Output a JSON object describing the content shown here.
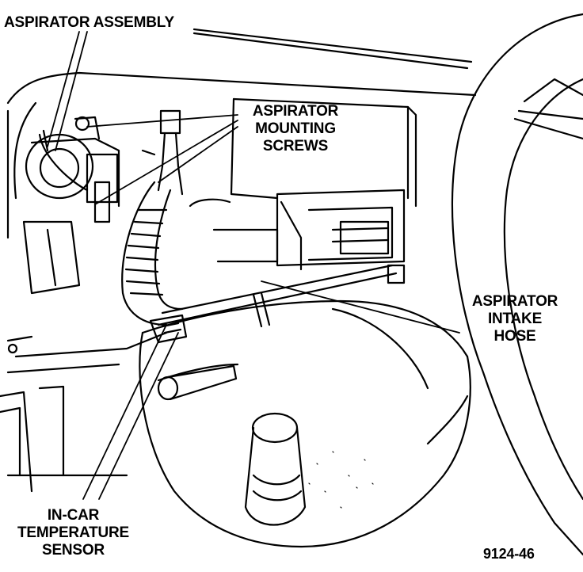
{
  "labels": {
    "aspirator_assembly": "ASPIRATOR ASSEMBLY",
    "mounting_screws": [
      "ASPIRATOR",
      "MOUNTING",
      "SCREWS"
    ],
    "intake_hose": [
      "ASPIRATOR",
      "INTAKE",
      "HOSE"
    ],
    "temperature_sensor": [
      "IN-CAR",
      "TEMPERATURE",
      "SENSOR"
    ],
    "figure_number": "9124-46"
  },
  "colors": {
    "ink": "#000000",
    "paper": "#ffffff"
  }
}
